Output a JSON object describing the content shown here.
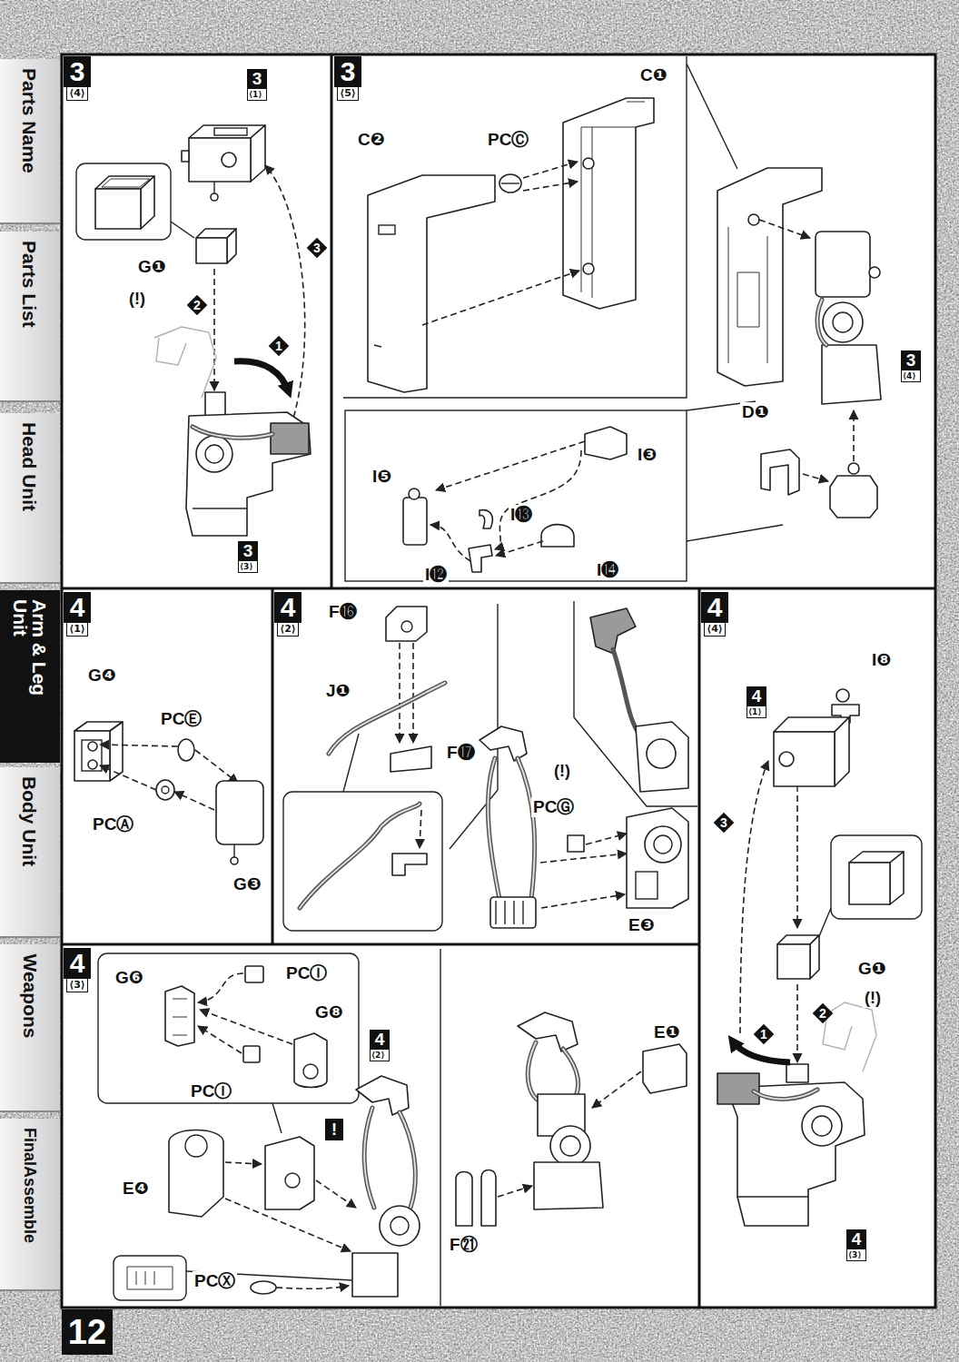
{
  "diagram": {
    "nodes": [
      {
        "text": [
          "Parts Name"
        ]
      },
      {
        "text": [
          "Parts List"
        ]
      },
      {
        "text": [
          "Head Unit"
        ]
      },
      {
        "text": [
          "Arm & Leg Unit"
        ]
      },
      {
        "text": [
          "Body Unit"
        ]
      },
      {
        "text": [
          "Weapons"
        ]
      },
      {
        "text": [
          "FinalAssemble"
        ]
      },
      {
        "text": [
          "3",
          "⟨4⟩"
        ]
      },
      {
        "text": [
          "3",
          "⟨1⟩"
        ]
      },
      {
        "text": [
          "3",
          "⟨3⟩"
        ]
      },
      {
        "text": [
          "3",
          "⟨5⟩"
        ]
      },
      {
        "text": [
          "3",
          "⟨4⟩"
        ]
      },
      {
        "text": [
          "4",
          "⟨1⟩"
        ]
      },
      {
        "text": [
          "4",
          "⟨2⟩"
        ]
      },
      {
        "text": [
          "4",
          "⟨4⟩"
        ]
      },
      {
        "text": [
          "4",
          "⟨1⟩"
        ]
      },
      {
        "text": [
          "4",
          "⟨3⟩"
        ]
      },
      {
        "text": [
          "4",
          "⟨3⟩"
        ]
      },
      {
        "text": [
          "4",
          "⟨2⟩"
        ]
      },
      {
        "text": [
          "12"
        ]
      }
    ],
    "labels": [
      "G❶",
      "(!)",
      "1",
      "2",
      "3",
      "C❶",
      "C❷",
      "PCⒸ",
      "D❶",
      "I❸",
      "I❺",
      "I⓭",
      "I⓬",
      "I⓮",
      "G❹",
      "PCⒺ",
      "PCⒶ",
      "G❸",
      "F⓰",
      "J❶",
      "F⓱",
      "(!)",
      "PCⒼ",
      "E❸",
      "I❽",
      "3",
      "G❶",
      "(!)",
      "2",
      "1",
      "G❻",
      "PCⒾ",
      "G❽",
      "PCⒾ",
      "!",
      "E❹",
      "PCⓍ",
      "E❶",
      "F㉑"
    ]
  }
}
